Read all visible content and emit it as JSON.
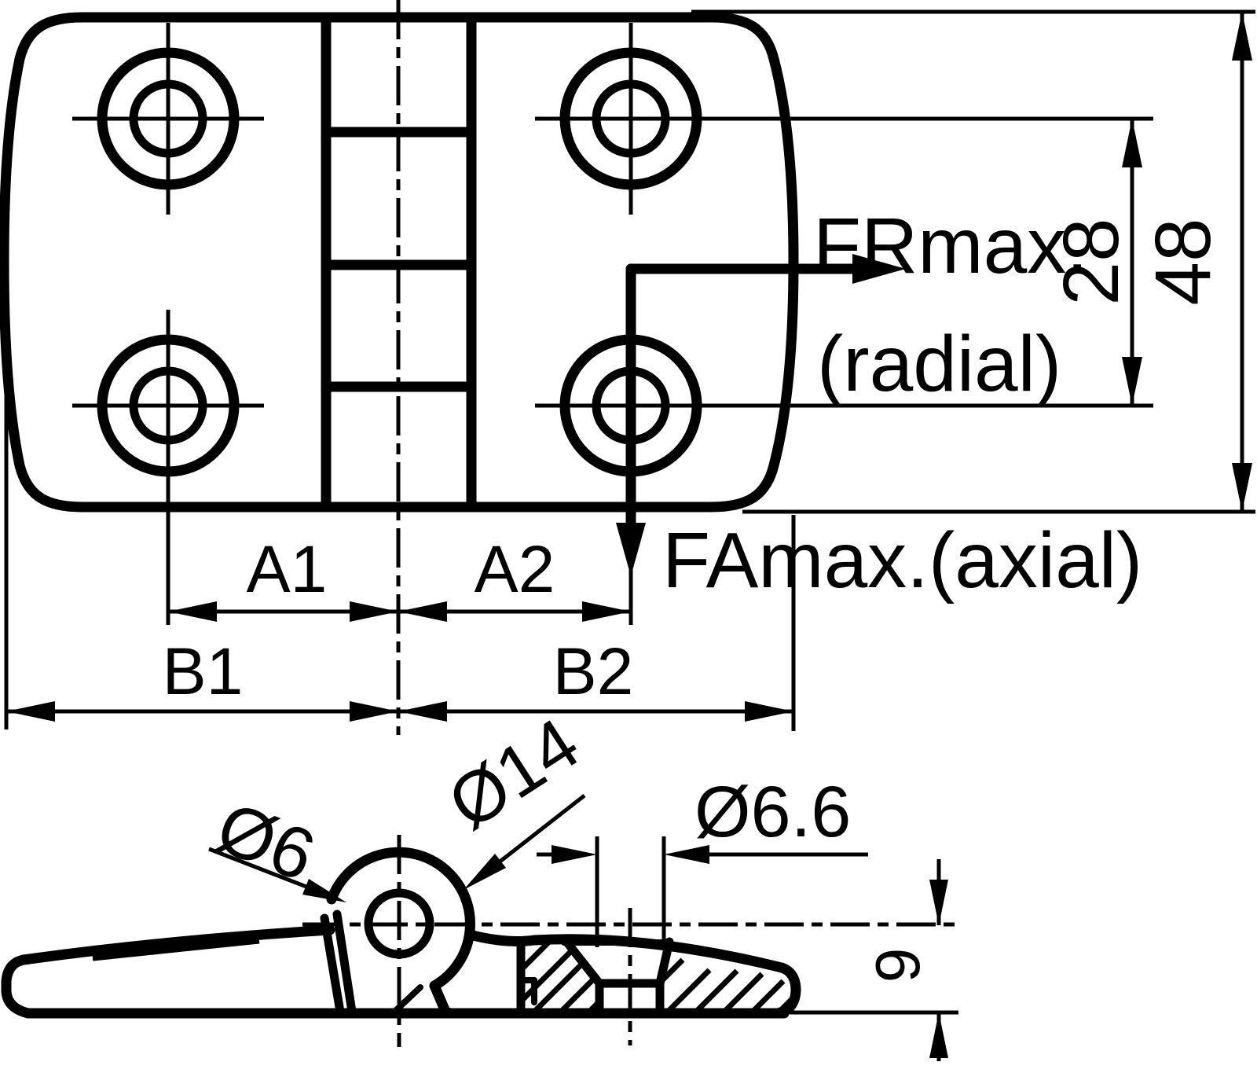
{
  "colors": {
    "background": "#ffffff",
    "line": "#000000"
  },
  "plan_view": {
    "force_radial_label": "FRmax.",
    "force_radial_sub": "(radial)",
    "force_axial_label": "FAmax.(axial)",
    "dim_hole_spacing": "28",
    "dim_overall_height": "48",
    "dim_a1": "A1",
    "dim_a2": "A2",
    "dim_b1": "B1",
    "dim_b2": "B2"
  },
  "side_view": {
    "dim_pin_diameter": "Ø6",
    "dim_knuckle_diameter": "Ø14",
    "dim_screw_hole_diameter": "Ø6.6",
    "dim_leaf_height": "9"
  }
}
